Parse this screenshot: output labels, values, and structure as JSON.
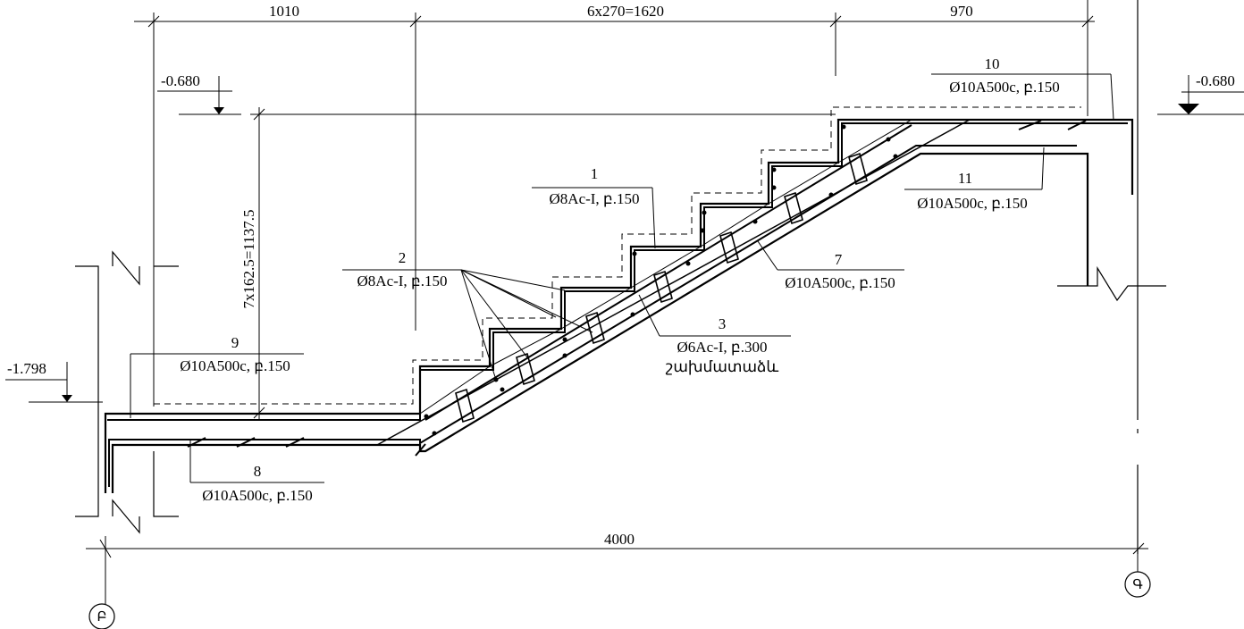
{
  "dimensions": {
    "top_left": "1010",
    "top_middle": "6x270=1620",
    "top_right": "970",
    "vertical": "7x162.5=1137.5",
    "bottom": "4000"
  },
  "levels": {
    "upper_left": "-0.680",
    "upper_right": "-0.680",
    "lower": "-1.798"
  },
  "axes": {
    "left": "Բ",
    "right": "Գ"
  },
  "rebars": [
    {
      "id": "1",
      "spec": "Ø8Ac-I, բ.150",
      "note": ""
    },
    {
      "id": "2",
      "spec": "Ø8Ac-I, բ.150",
      "note": ""
    },
    {
      "id": "3",
      "spec": "Ø6Ac-I, բ.300",
      "note": "շախմատաձև"
    },
    {
      "id": "7",
      "spec": "Ø10A500c, բ.150",
      "note": ""
    },
    {
      "id": "8",
      "spec": "Ø10A500c, բ.150",
      "note": ""
    },
    {
      "id": "9",
      "spec": "Ø10A500c, բ.150",
      "note": ""
    },
    {
      "id": "10",
      "spec": "Ø10A500c, բ.150",
      "note": ""
    },
    {
      "id": "11",
      "spec": "Ø10A500c, բ.150",
      "note": ""
    }
  ]
}
